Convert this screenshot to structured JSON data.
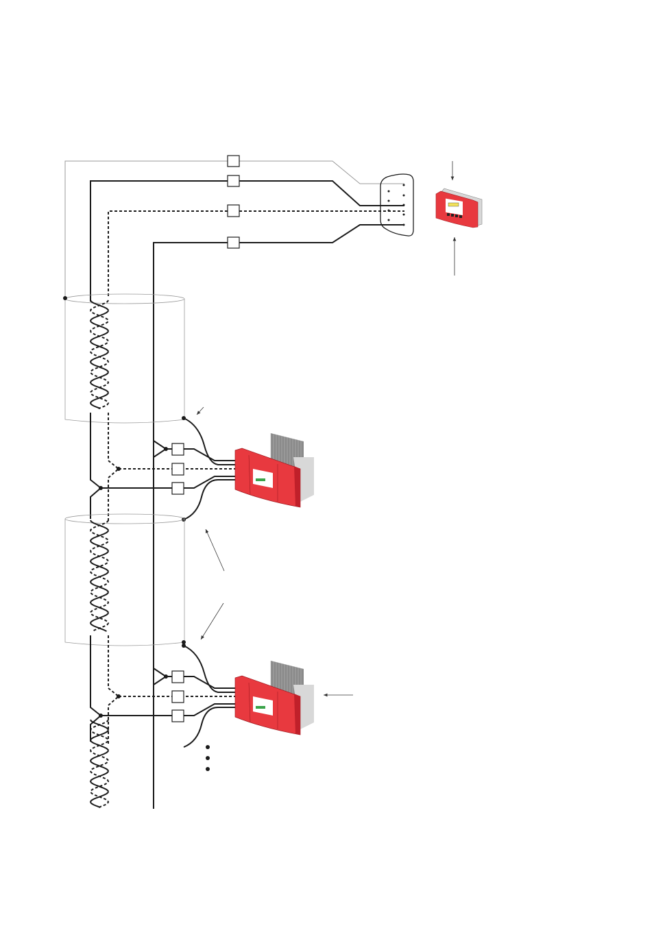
{
  "colors": {
    "wire": "#1a1a1a",
    "shield_wire": "#9a9a9a",
    "device_red": "#e8393f",
    "device_dark_red": "#c0202a",
    "heatsink": "#8a8a8a",
    "housing_gray": "#d8d8d8",
    "display_green": "#3aa34a",
    "display_yellow": "#f2e15a"
  },
  "icons": [
    "data-logger-device",
    "inverter-device",
    "inverter-device",
    "sub-d-connector"
  ]
}
